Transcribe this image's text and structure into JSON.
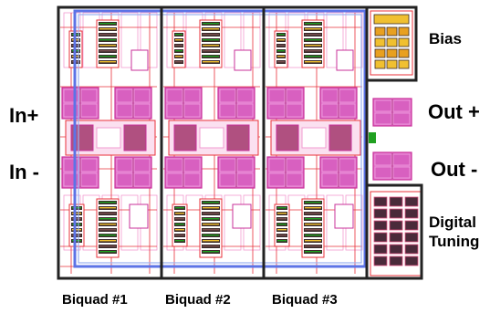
{
  "labels": {
    "in_plus": "In+",
    "in_minus": "In -",
    "bias": "Bias",
    "out_plus": "Out +",
    "out_minus": "Out -",
    "digital": "Digital",
    "tuning": "Tuning",
    "biquads": [
      "Biquad #1",
      "Biquad #2",
      "Biquad #3"
    ]
  },
  "colors": {
    "outline": "#222222",
    "red": "#e8303a",
    "pink": "#f29bd0",
    "magenta": "#c8309a",
    "magenta_fill": "#e070c8",
    "blue": "#5c73e6",
    "green": "#20a020",
    "yellow": "#f0c030",
    "dark": "#3a2a2a"
  }
}
